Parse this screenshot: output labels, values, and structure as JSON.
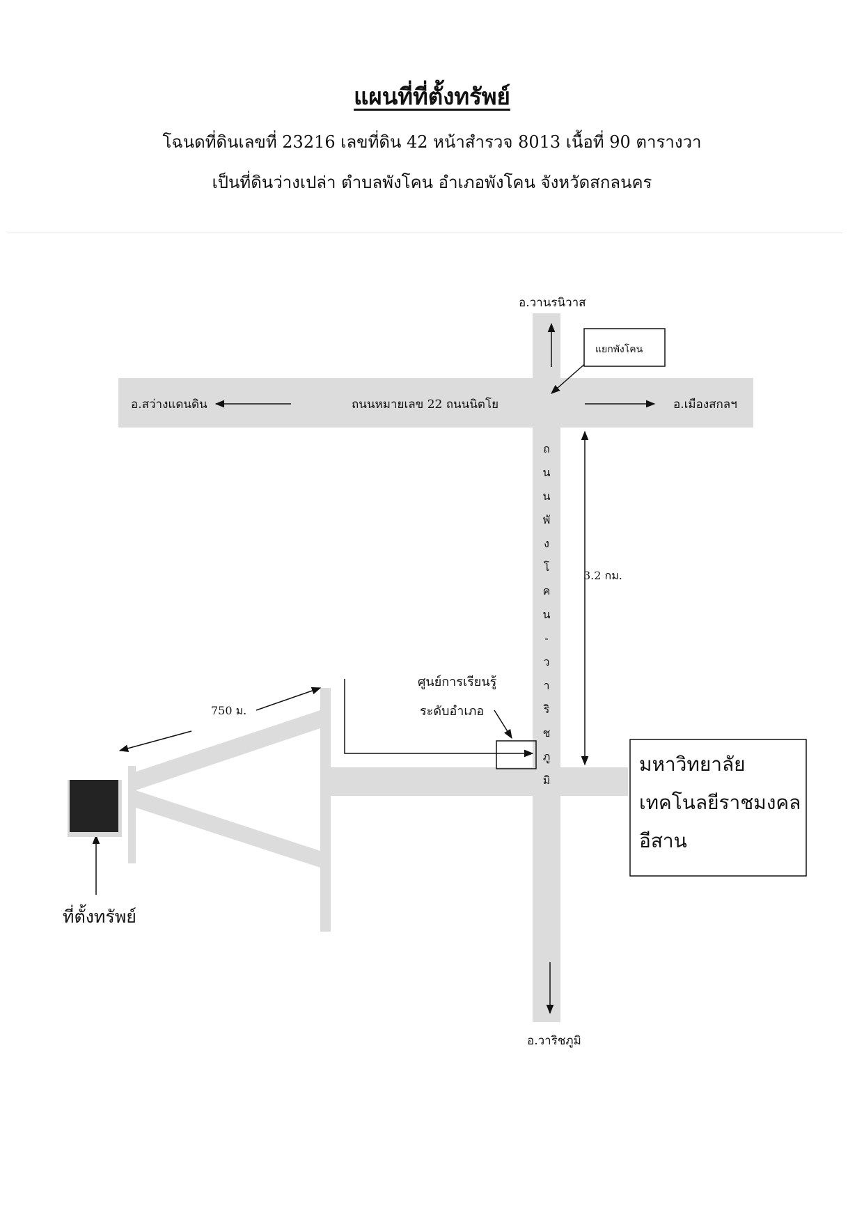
{
  "header": {
    "title": "แผนที่ที่ตั้งทรัพย์",
    "line1": "โฉนดที่ดินเลขที่ 23216   เลขที่ดิน 42   หน้าสำรวจ 8013  เนื้อที่ 90 ตารางวา",
    "line2": "เป็นที่ดินว่างเปล่า  ตำบลพังโคน   อำเภอพังโคน   จังหวัดสกลนคร"
  },
  "map": {
    "north_destination": "อ.วานรนิวาส",
    "south_destination": "อ.วาริชภูมิ",
    "west_destination": "อ.สว่างแดนดิน",
    "east_destination": "อ.เมืองสกลฯ",
    "junction_label": "แยกพังโคน",
    "main_road_label": "ถนนหมายเลข 22 ถนนนิตโย",
    "vertical_road_chars": [
      "ถ",
      "น",
      "น",
      "พั",
      "ง",
      "โ",
      "ค",
      "น",
      "-",
      "ว",
      "า",
      "ริ",
      "ช",
      "ภู",
      "มิ"
    ],
    "distance_to_junction": "3.2 กม.",
    "distance_to_property": "750 ม.",
    "learning_center_line1": "ศูนย์การเรียนรู้",
    "learning_center_line2": "ระดับอำเภอ",
    "university_line1": "มหาวิทยาลัย",
    "university_line2": "เทคโนลยีราชมงคล",
    "university_line3": "อีสาน",
    "property_label": "ที่ตั้งทรัพย์",
    "colors": {
      "road": "#dcdcdc",
      "property": "#232323",
      "ink": "#111111"
    }
  }
}
